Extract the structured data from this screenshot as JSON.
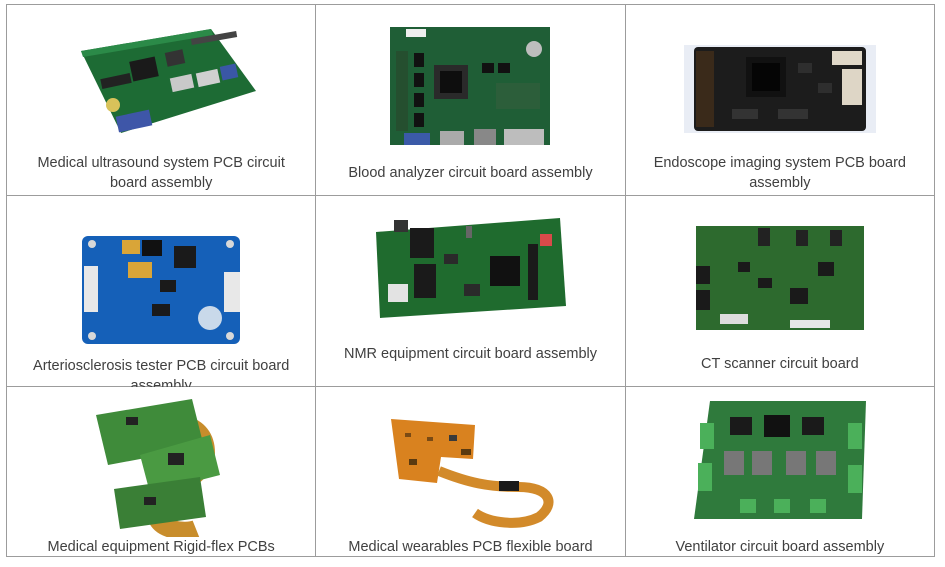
{
  "products": [
    {
      "caption": "Medical ultrasound system PCB circuit board assembly",
      "image": "medical-ultrasound-pcb-image",
      "board_color": "#1d6b34"
    },
    {
      "caption": "Blood analyzer circuit board assembly",
      "image": "blood-analyzer-pcb-image",
      "board_color": "#1f5e36"
    },
    {
      "caption": "Endoscope imaging system PCB board assembly",
      "image": "endoscope-pcb-image",
      "board_color": "#1c1c1c"
    },
    {
      "caption": "Arteriosclerosis tester PCB circuit board assembly",
      "image": "arteriosclerosis-pcb-image",
      "board_color": "#1560b8"
    },
    {
      "caption": "NMR equipment circuit board assembly",
      "image": "nmr-pcb-image",
      "board_color": "#1f6b2e"
    },
    {
      "caption": "CT scanner circuit board",
      "image": "ct-scanner-pcb-image",
      "board_color": "#2d6a2e"
    },
    {
      "caption": "Medical equipment Rigid-flex PCBs",
      "image": "rigid-flex-pcb-image",
      "board_color": "#3f8b3a"
    },
    {
      "caption": "Medical wearables PCB flexible board",
      "image": "flexible-pcb-image",
      "board_color": "#d9821f"
    },
    {
      "caption": "Ventilator circuit board assembly",
      "image": "ventilator-pcb-image",
      "board_color": "#2f7a3c"
    }
  ]
}
